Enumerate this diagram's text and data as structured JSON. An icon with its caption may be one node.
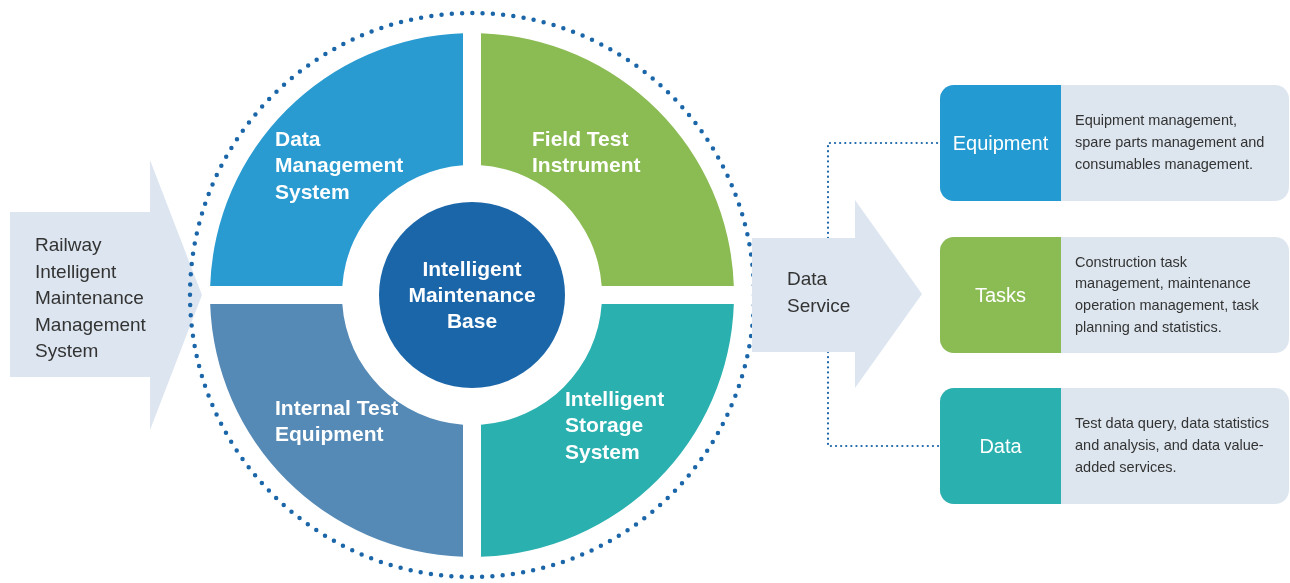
{
  "diagram": {
    "nodes": [
      {
        "text": [
          "Railway Intelligent Maintenance Management System"
        ]
      },
      {
        "text": [],
        "shape": "circle"
      },
      {
        "text": [
          "Data Management System"
        ],
        "in": 1
      },
      {
        "text": [
          "Field Test Instrument"
        ],
        "in": 1
      },
      {
        "text": [
          "Internal Test Equipment"
        ],
        "in": 1
      },
      {
        "text": [
          "Intelligent Storage System"
        ],
        "in": 1
      },
      {
        "text": [
          "Intelligent Maintenance Base"
        ],
        "in": 1
      },
      {
        "text": [
          "Data Service"
        ]
      },
      {
        "text": [
          "Equipment",
          "Equipment management, spare parts management and consumables management."
        ]
      },
      {
        "text": [
          "Tasks",
          "Construction task management, maintenance operation management, task planning and statistics."
        ]
      },
      {
        "text": [
          "Data",
          "Test data query, data statistics and analysis, and data value-added services."
        ]
      }
    ],
    "edges": [
      {
        "from": 7,
        "to": 8,
        "arrow": "none",
        "style": "dashed"
      },
      {
        "from": 7,
        "to": 10,
        "arrow": "none",
        "style": "dashed"
      }
    ]
  }
}
